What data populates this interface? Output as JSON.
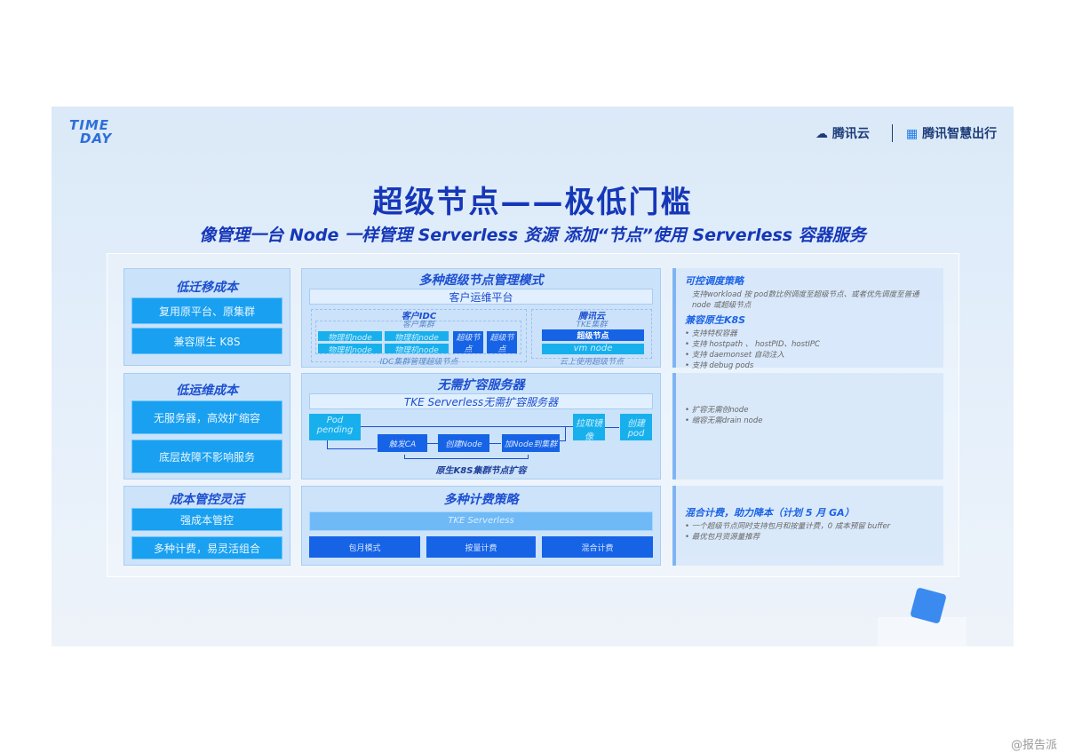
{
  "header": {
    "event_logo": [
      "TIME",
      "DAY"
    ],
    "brand1": "腾讯云",
    "brand2": "腾讯智慧出行"
  },
  "title": "超级节点——极低门槛",
  "subtitle": "像管理一台 Node 一样管理 Serverless 资源  添加“节点”使用 Serverless 容器服务",
  "left": [
    {
      "title": "低迁移成本",
      "items": [
        "复用原平台、原集群",
        "兼容原生 K8S"
      ]
    },
    {
      "title": "低运维成本",
      "items": [
        "无服务器，高效扩缩容",
        "底层故障不影响服务"
      ]
    },
    {
      "title": "成本管控灵活",
      "items": [
        "强成本管控",
        "多种计费，易灵活组合"
      ]
    }
  ],
  "mid1": {
    "title": "多种超级节点管理模式",
    "platform": "客户运维平台",
    "idc": {
      "title": "客户IDC",
      "cluster": "客户集群",
      "nodes": [
        "物理机node",
        "物理机node",
        "物理机node",
        "物理机node"
      ],
      "super": [
        "超级节点",
        "超级节点"
      ],
      "caption": "IDC集群管理超级节点"
    },
    "cloud": {
      "title": "腾讯云",
      "cluster": "TKE集群",
      "super": "超级节点",
      "vm": "vm node",
      "caption": "云上使用超级节点"
    }
  },
  "mid2": {
    "title": "无需扩容服务器",
    "bar": "TKE Serverless无需扩容服务器",
    "pod": "Pod pending",
    "steps": [
      "触发CA",
      "创建Node",
      "加Node到集群"
    ],
    "pull": "拉取镜像",
    "create": "创建pod",
    "caption": "原生K8S集群节点扩容"
  },
  "mid3": {
    "title": "多种计费策略",
    "bar": "TKE Serverless",
    "options": [
      "包月模式",
      "按量计费",
      "混合计费"
    ]
  },
  "right1": {
    "h1": "可控调度策略",
    "l1": [
      "支持workload 按 pod数比例调度至超级节点、或者优先调度至普通 node 或超级节点"
    ],
    "h2": "兼容原生K8S",
    "l2": [
      "支持特权容器",
      "支持 hostpath 、 hostPID、hostIPC",
      "支持 daemonset 自动注入",
      "支持 debug pods"
    ]
  },
  "right2": {
    "l": [
      "扩容无需创node",
      "缩容无需drain node"
    ]
  },
  "right3": {
    "h": "混合计费，助力降本（计划 5 月 GA）",
    "l": [
      "一个超级节点同时支持包月和按量计费，0 成本预留 buffer",
      "最优包月资源量推荐"
    ]
  },
  "watermark": "@报告派"
}
